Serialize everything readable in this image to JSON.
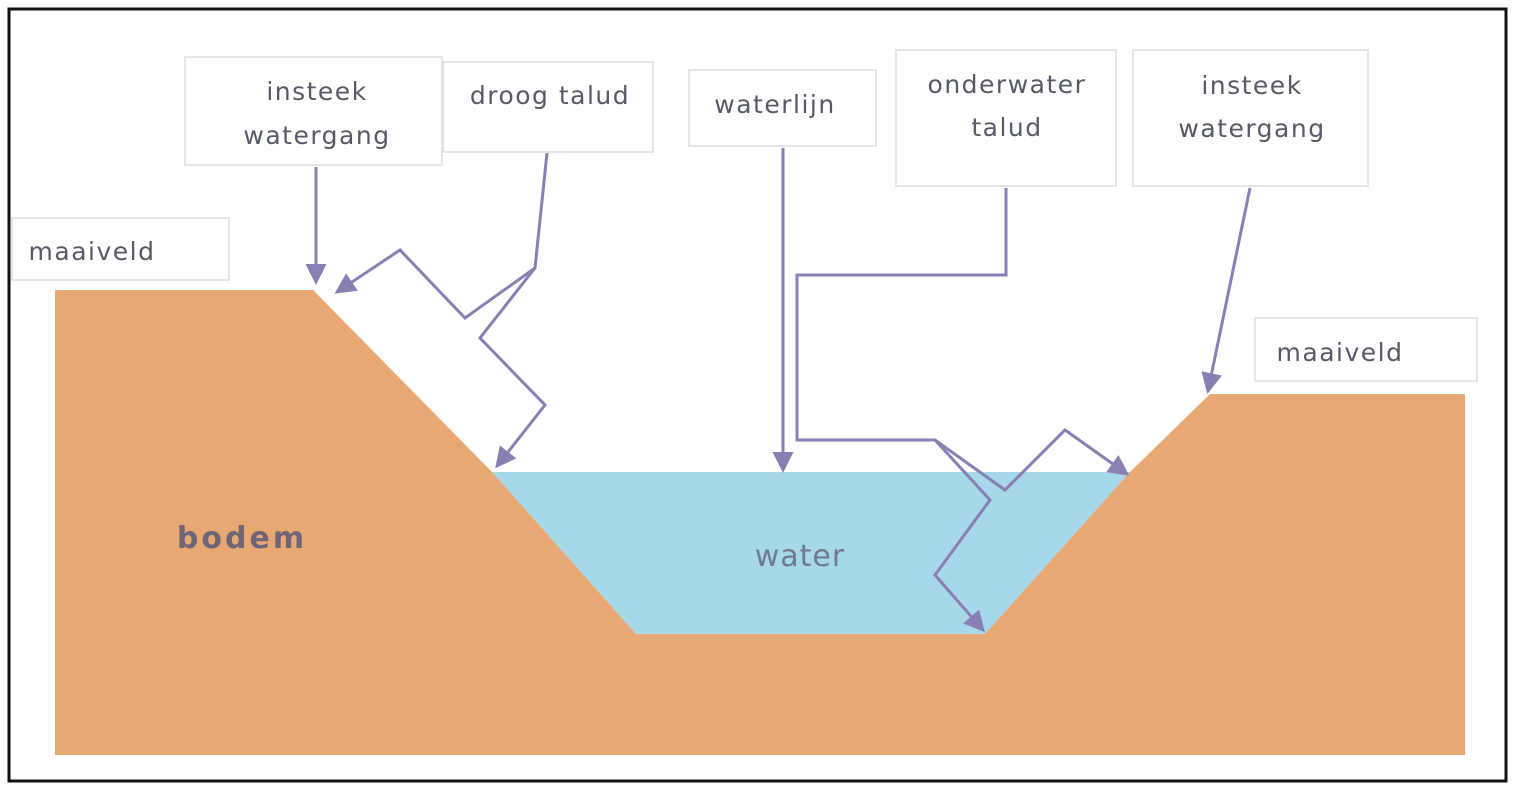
{
  "labels": {
    "insteek_left_line1": "insteek",
    "insteek_left_line2": "watergang",
    "droog_talud": "droog talud",
    "waterlijn": "waterlijn",
    "onderwater_line1": "onderwater",
    "onderwater_line2": "talud",
    "insteek_right_line1": "insteek",
    "insteek_right_line2": "watergang",
    "maaiveld_left": "maaiveld",
    "maaiveld_right": "maaiveld",
    "bodem": "bodem",
    "water": "water"
  },
  "colors": {
    "soil": "#e8a874",
    "water": "#a6d8ea",
    "leader": "#8a7fb2",
    "text": "#555a66",
    "frame": "#111111"
  }
}
